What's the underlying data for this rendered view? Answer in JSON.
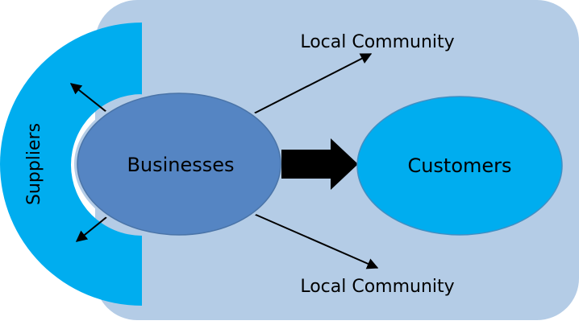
{
  "diagram": {
    "nodes": {
      "businesses": {
        "label": "Businesses"
      },
      "customers": {
        "label": "Customers"
      },
      "suppliers": {
        "label": "Suppliers"
      }
    },
    "edge_labels": {
      "community_top": "Local Community",
      "community_bottom": "Local Community"
    },
    "colors": {
      "background_panel": "#b4cce6",
      "suppliers_fill": "#00adef",
      "businesses_fill": "#5585c3",
      "businesses_stroke": "#4a74a8",
      "customers_fill": "#00adef",
      "customers_stroke": "#3f8fc4",
      "arrow": "#000000",
      "text": "#000000"
    }
  }
}
